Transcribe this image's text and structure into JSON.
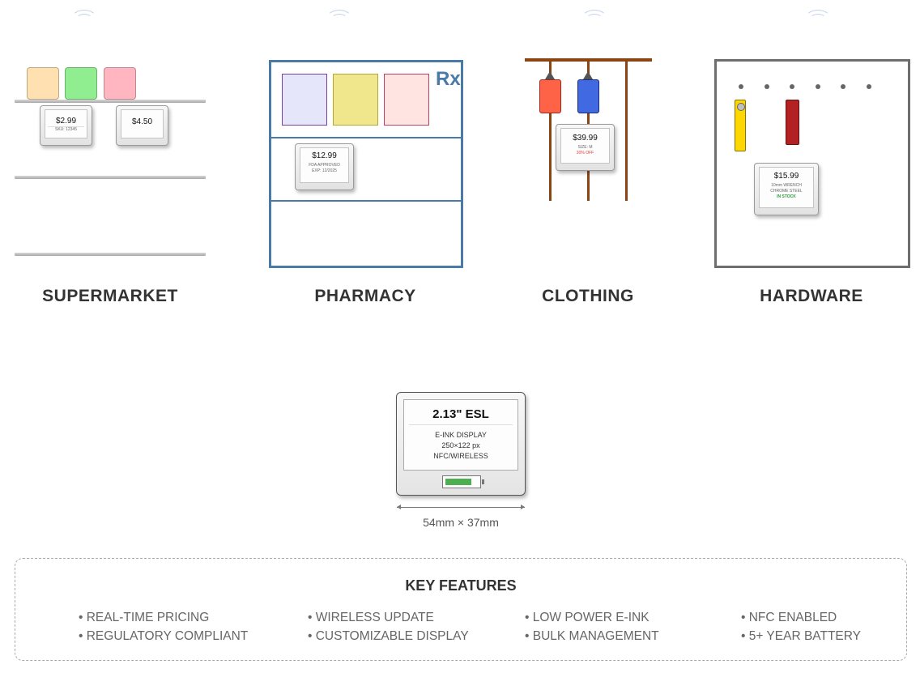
{
  "sections": {
    "supermarket": {
      "label": "SUPERMARKET",
      "tags": [
        {
          "price": "$2.99",
          "sub": "SKU: 12345"
        },
        {
          "price": "$4.50"
        }
      ],
      "product_colors": [
        "#ffe0b0",
        "#90ee90",
        "#ffb6c1"
      ]
    },
    "pharmacy": {
      "label": "PHARMACY",
      "badge": "Rx",
      "tag": {
        "price": "$12.99",
        "lines": [
          "FDA APPROVED",
          "EXP: 12/2025"
        ]
      },
      "medicine_colors": [
        "#e6e6fa",
        "#f0e68c",
        "#ffe4e1"
      ],
      "accent": "#4a7aa8"
    },
    "clothing": {
      "label": "CLOTHING",
      "tag": {
        "price": "$39.99",
        "size": "SIZE: M",
        "discount": "30% OFF"
      },
      "garment_colors": [
        "#ff6347",
        "#4169e1"
      ]
    },
    "hardware": {
      "label": "HARDWARE",
      "tag": {
        "price": "$15.99",
        "lines": [
          "10mm WRENCH",
          "CHROME STEEL"
        ],
        "stock": "IN STOCK"
      },
      "tool_colors": [
        "#ffd700",
        "#b22222"
      ]
    }
  },
  "esl": {
    "title": "2.13\" ESL",
    "lines": [
      "E-INK DISPLAY",
      "250×122 px",
      "NFC/WIRELESS"
    ],
    "battery_level": 0.8,
    "dimensions": "54mm × 37mm"
  },
  "features": {
    "title": "KEY FEATURES",
    "columns": [
      [
        "• REAL-TIME PRICING",
        "• REGULATORY COMPLIANT"
      ],
      [
        "• WIRELESS UPDATE",
        "• CUSTOMIZABLE DISPLAY"
      ],
      [
        "• LOW POWER E-INK",
        "• BULK MANAGEMENT"
      ],
      [
        "• NFC ENABLED",
        "• 5+ YEAR BATTERY"
      ]
    ]
  },
  "icons": [
    "wifi-icon",
    "battery-icon"
  ]
}
